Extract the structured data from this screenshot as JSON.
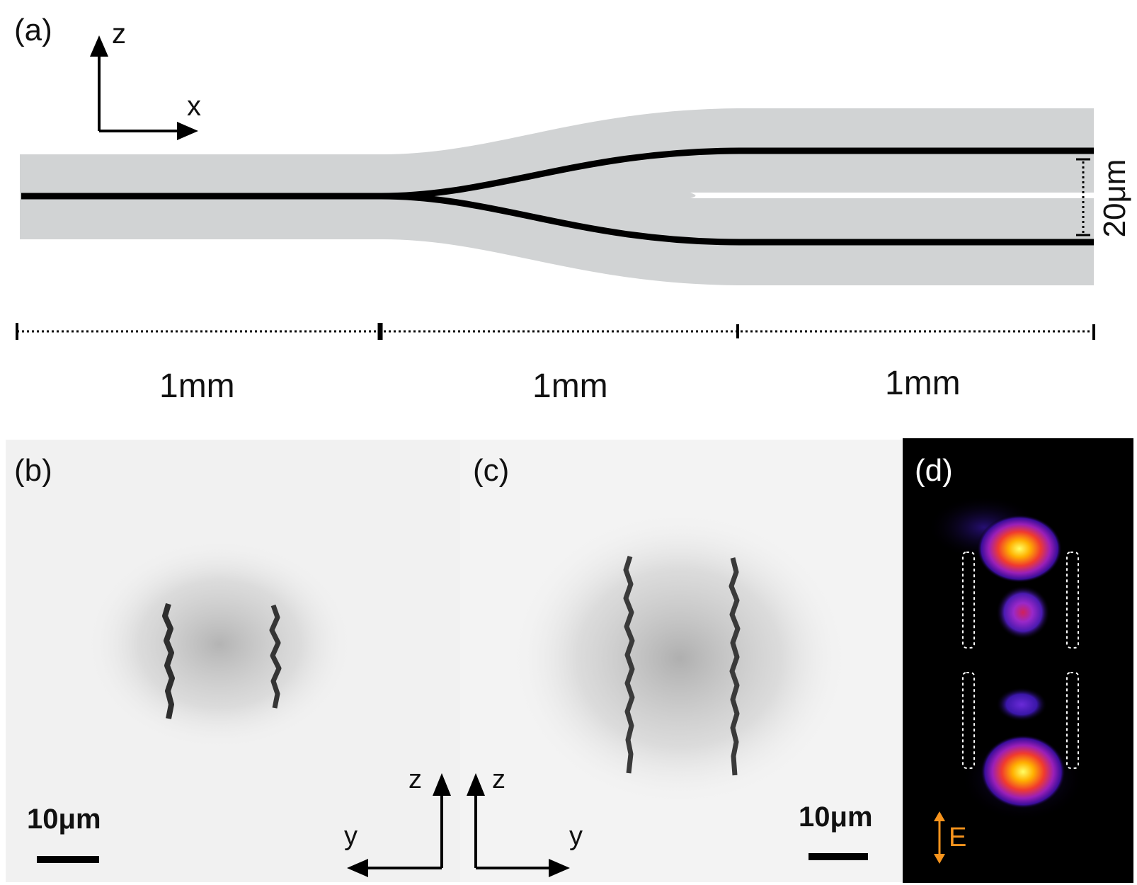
{
  "panels": {
    "a": {
      "label": "(a)"
    },
    "b": {
      "label": "(b)"
    },
    "c": {
      "label": "(c)"
    },
    "d": {
      "label": "(d)"
    }
  },
  "axes": {
    "a": {
      "vertical": "z",
      "horizontal": "x"
    },
    "b": {
      "vertical": "z",
      "horizontal": "y"
    },
    "c": {
      "vertical": "z",
      "horizontal": "y"
    }
  },
  "dimensions": {
    "separation": "20μm",
    "segments": [
      "1mm",
      "1mm",
      "1mm"
    ]
  },
  "scalebars": {
    "b": "10μm",
    "c": "10μm"
  },
  "polarization": {
    "label": "E"
  },
  "colors": {
    "cladding": "#d1d3d4",
    "waveguide": "#000000",
    "polarization": "#f7941d",
    "microscope_bg": "#f2f2f2",
    "mode_bg": "#000000"
  }
}
